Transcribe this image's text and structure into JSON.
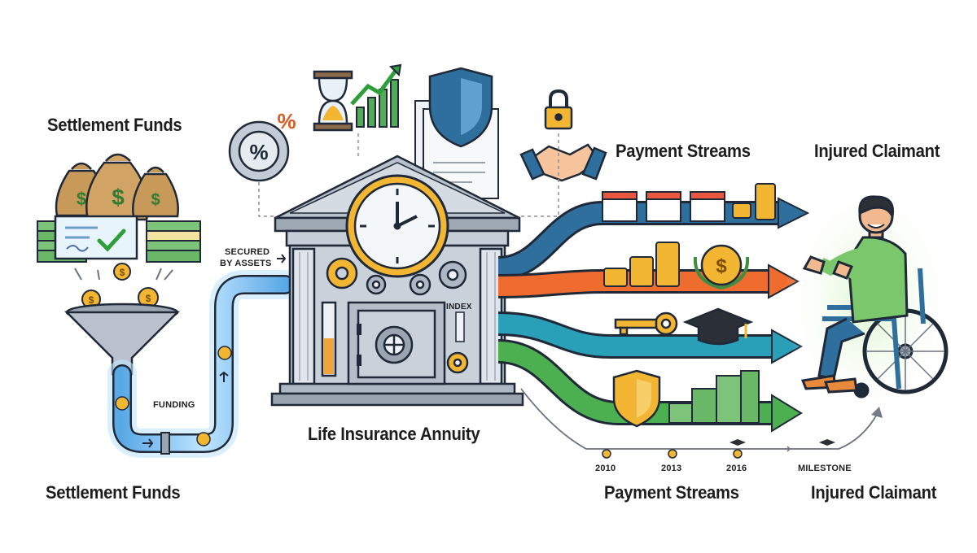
{
  "labels": {
    "settlement_top": "Settlement Funds",
    "settlement_bottom": "Settlement Funds",
    "payment_top": "Payment Streams",
    "payment_bottom": "Payment Streams",
    "claimant_top": "Injured Claimant",
    "claimant_bottom": "Injured Claimant",
    "annuity": "Life Insurance Annuity",
    "secured_line1": "SECURED",
    "secured_line2": "BY ASSETS",
    "funding": "FUNDING",
    "index": "INDEX",
    "milestone": "MILESTONE"
  },
  "timeline": [
    "2010",
    "2013",
    "2016"
  ],
  "colors": {
    "outline": "#1f2937",
    "money_green": "#4caf50",
    "gold": "#f2b632",
    "pipe_blue": "#7cc4f2",
    "building_gray": "#aeb8c4",
    "stream_dark_blue": "#2f6f9e",
    "stream_orange": "#ef6c2f",
    "stream_teal": "#2a9fb8",
    "stream_green": "#4caf50",
    "shirt_green": "#7bc86c"
  },
  "icons": [
    "money-bag-icon",
    "check-document-icon",
    "coin-icon",
    "funnel-icon",
    "gear-percent-icon",
    "hourglass-icon",
    "growth-chart-icon",
    "shield-icon",
    "lock-icon",
    "handshake-icon",
    "clock-icon",
    "safe-icon",
    "calendar-icon",
    "coin-stack-icon",
    "laurel-coin-icon",
    "key-icon",
    "graduation-cap-icon",
    "cash-stack-icon",
    "wheelchair-person-icon"
  ]
}
